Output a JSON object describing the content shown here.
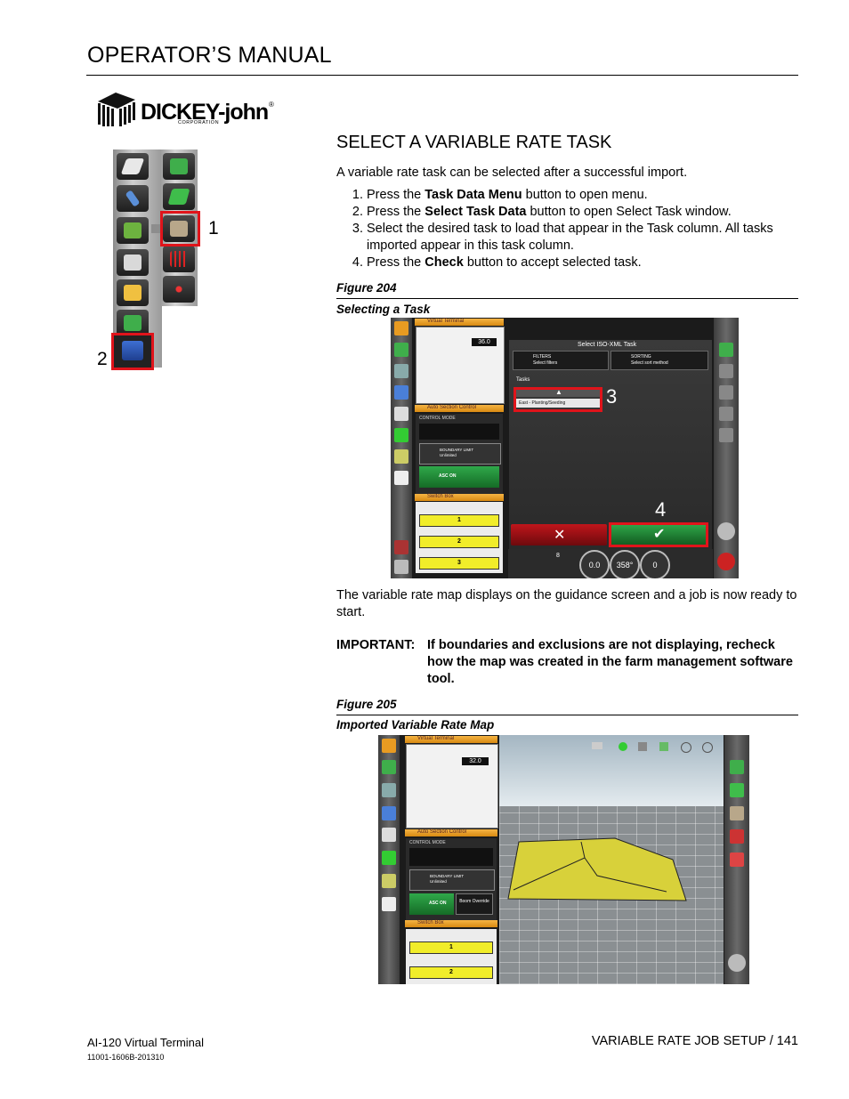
{
  "header": {
    "title": "OPERATOR’S MANUAL"
  },
  "logo": {
    "word": "DICKEY-john",
    "reg": "®",
    "corp": "CORPORATION"
  },
  "left_figure": {
    "callout_1": "1",
    "callout_2": "2"
  },
  "section": {
    "title": "SELECT A VARIABLE RATE TASK",
    "intro": "A variable rate task can be selected after a successful import.",
    "steps": [
      {
        "num": "1.",
        "pre": "Press the ",
        "bold": "Task Data Menu",
        "post": " button to open menu."
      },
      {
        "num": "2.",
        "pre": "Press the ",
        "bold": "Select Task Data",
        "post": " button to open Select Task window."
      },
      {
        "num": "3.",
        "pre": "Select the desired task to load that appear in the Task column.  All tasks imported appear in this task column.",
        "bold": "",
        "post": ""
      },
      {
        "num": "4.",
        "pre": "Press the ",
        "bold": "Check",
        "post": " button to accept selected task."
      }
    ]
  },
  "figure204": {
    "label": "Figure 204",
    "caption": "Selecting a Task",
    "screen": {
      "panel_title": "Virtual Terminal",
      "dialog_title": "Select ISO-XML Task",
      "filters_title": "FILTERS",
      "filters_sub": "Select filters",
      "sorting_title": "SORTING",
      "sorting_sub": "Select sort method",
      "tasks_label": "Tasks",
      "task_item": "East - Planting/Seeding",
      "callout_3": "3",
      "callout_4": "4",
      "section_control": "Auto Section Control",
      "control_mode": "CONTROL MODE",
      "boundary_limit": "BOUNDARY LIMIT",
      "boundary_value": "Unlimited",
      "asc_on": "ASC ON",
      "switch_box": "Switch Box",
      "bar1": "1",
      "bar2": "2",
      "bar3": "3",
      "readout_value": "36.0",
      "gauge_left": "0.0",
      "gauge_mid": "358°",
      "gauge_right": "0",
      "count": "8"
    }
  },
  "body_after_204": "The variable rate map displays on the guidance screen and a job is now ready to start.",
  "important": {
    "head": "IMPORTANT:",
    "text": "If boundaries and exclusions are not displaying, recheck how the map was created in the farm management software tool."
  },
  "figure205": {
    "label": "Figure 205",
    "caption": "Imported Variable Rate Map",
    "screen": {
      "panel_title": "Virtual Terminal",
      "section_control": "Auto Section Control",
      "control_mode": "CONTROL MODE",
      "boundary_limit": "BOUNDARY LIMIT",
      "boundary_value": "Unlimited",
      "asc_on": "ASC ON",
      "boom_override": "Boom Override",
      "switch_box": "Switch Box",
      "bar1": "1",
      "bar2": "2",
      "readout_value": "32.0"
    }
  },
  "footer": {
    "left_line1": "AI-120 Virtual Terminal",
    "left_line2": "11001-1606B-201310",
    "right": "VARIABLE RATE JOB SETUP / 141"
  },
  "colors": {
    "highlight": "#e0141b",
    "map_field": "#d8d13a",
    "accent_green": "#2fa84a",
    "accent_orange": "#e89b22"
  }
}
